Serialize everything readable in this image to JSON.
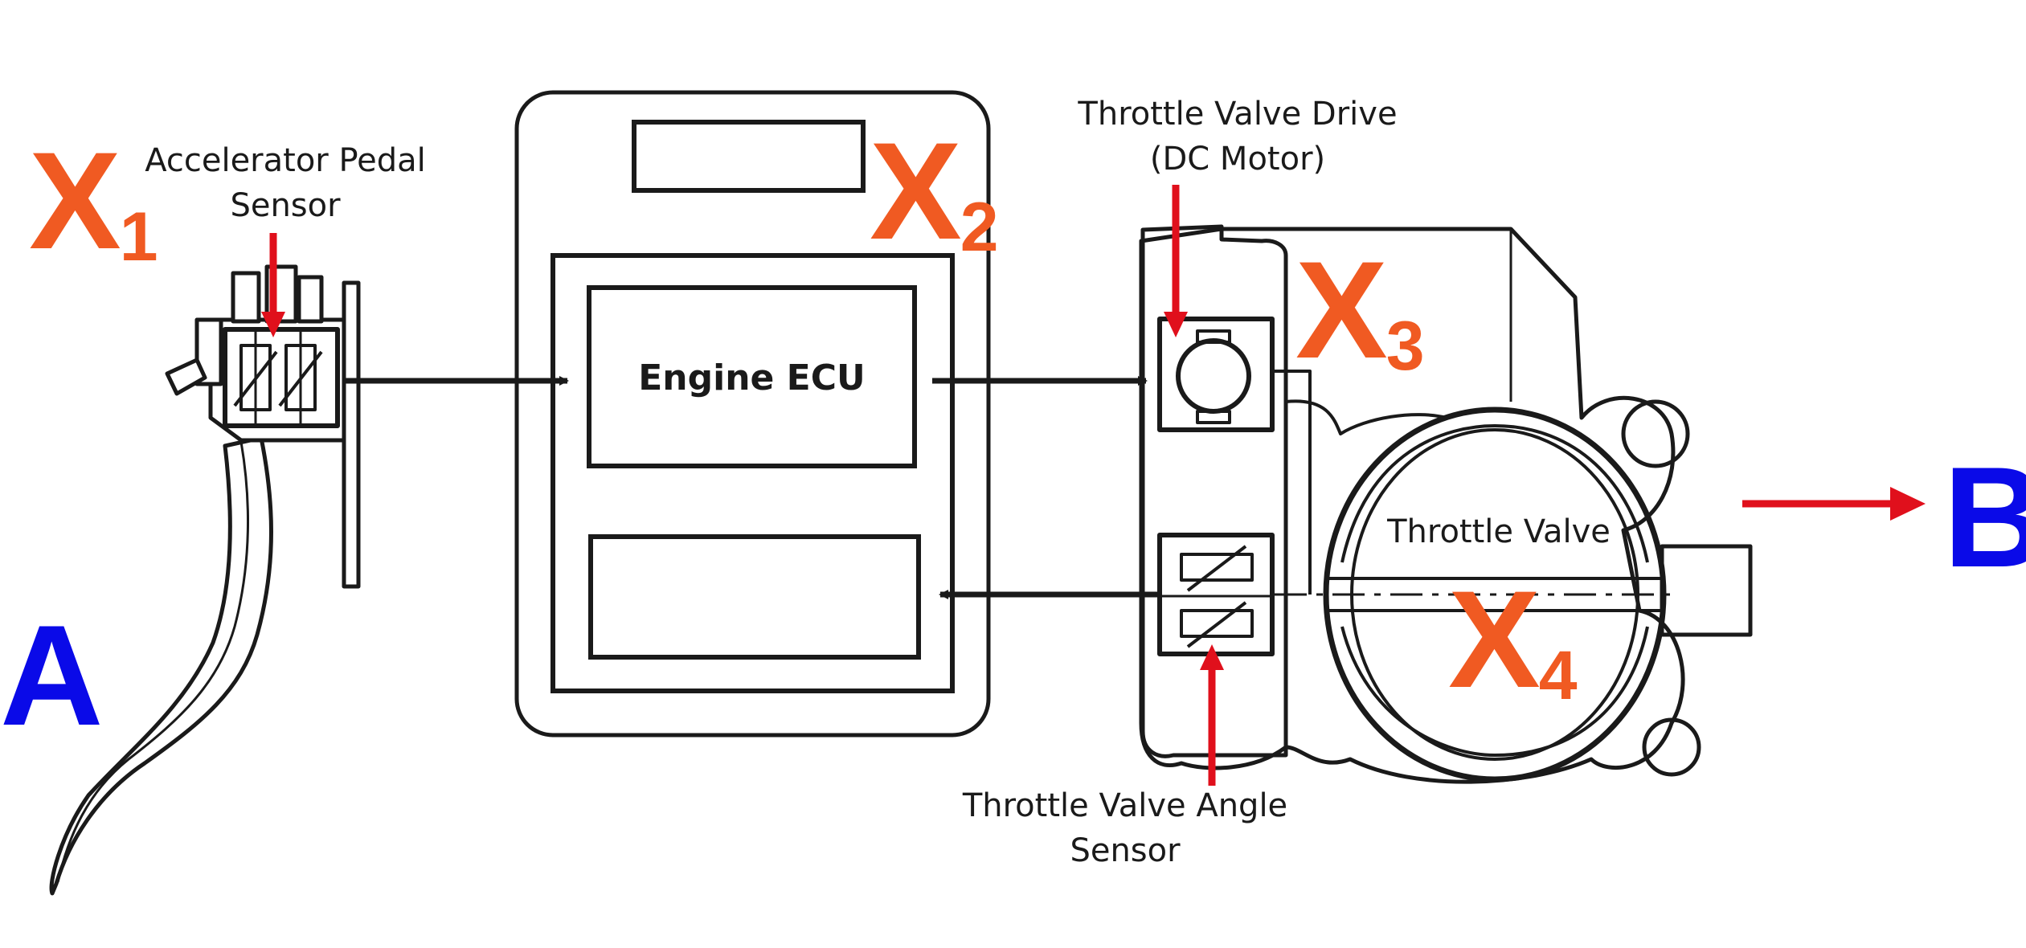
{
  "labels": {
    "accelerator_sensor": [
      "Accelerator Pedal",
      "Sensor"
    ],
    "throttle_drive": [
      "Throttle Valve Drive",
      "(DC Motor)"
    ],
    "throttle_angle_sensor": [
      "Throttle Valve Angle",
      "Sensor"
    ],
    "throttle_valve": "Throttle Valve",
    "engine_ecu": "Engine ECU"
  },
  "markers": {
    "x1": {
      "letter": "X",
      "sub": "1"
    },
    "x2": {
      "letter": "X",
      "sub": "2"
    },
    "x3": {
      "letter": "X",
      "sub": "3"
    },
    "x4": {
      "letter": "X",
      "sub": "4"
    }
  },
  "endpoints": {
    "a": "A",
    "b": "B"
  },
  "colors": {
    "marker": "#f05a22",
    "endpoint": "#0a0ae8",
    "pointer": "#e0101c",
    "line": "#1a1a1a"
  }
}
